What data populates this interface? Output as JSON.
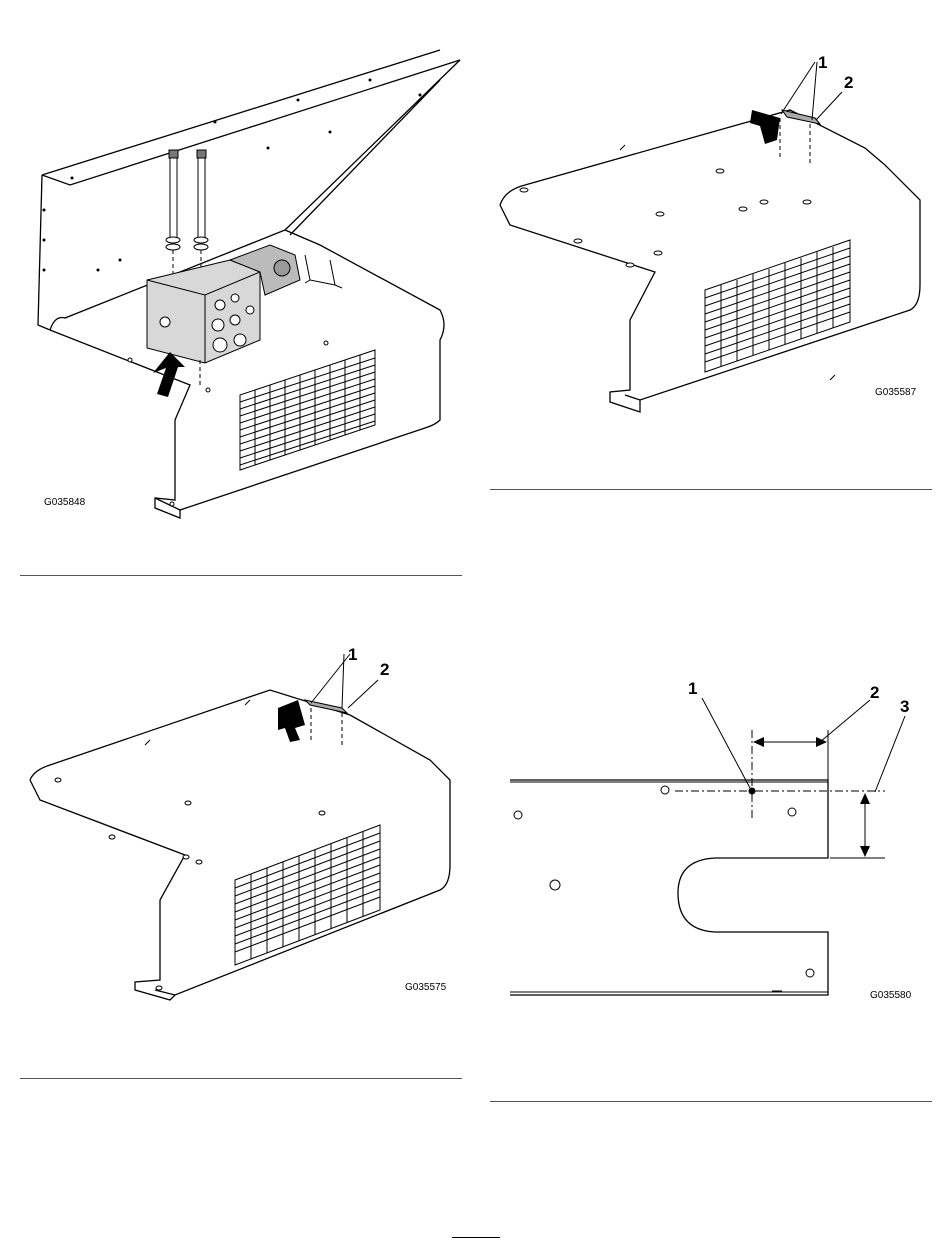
{
  "figures": [
    {
      "code": "G035848"
    },
    {
      "code": "G035587",
      "callouts": [
        "1",
        "2"
      ]
    },
    {
      "code": "G035575",
      "callouts": [
        "1",
        "2"
      ]
    },
    {
      "code": "G035580",
      "callouts": [
        "1",
        "2",
        "3"
      ]
    }
  ]
}
